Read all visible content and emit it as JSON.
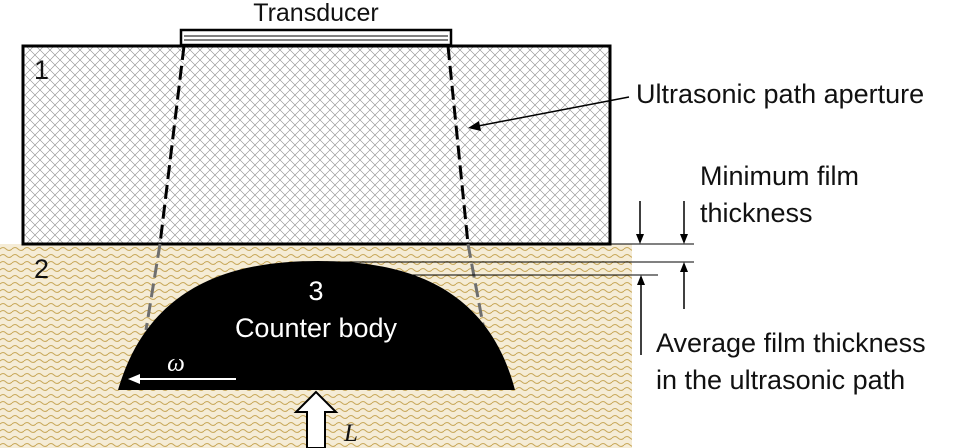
{
  "labels": {
    "transducer": "Transducer",
    "block_1": "1",
    "region_2": "2",
    "counter_number": "3",
    "counter_body": "Counter body",
    "aperture": "Ultrasonic path aperture",
    "min_film_line1": "Minimum film",
    "min_film_line2": "thickness",
    "avg_film_line1": "Average film thickness",
    "avg_film_line2": "in the ultrasonic path",
    "omega": "ω",
    "load": "L"
  },
  "colors": {
    "block_hatch": "#8a8a8a",
    "fluid": "#c8a85a",
    "counter_body": "#000000",
    "aperture_dash": "#6e6e6e"
  }
}
